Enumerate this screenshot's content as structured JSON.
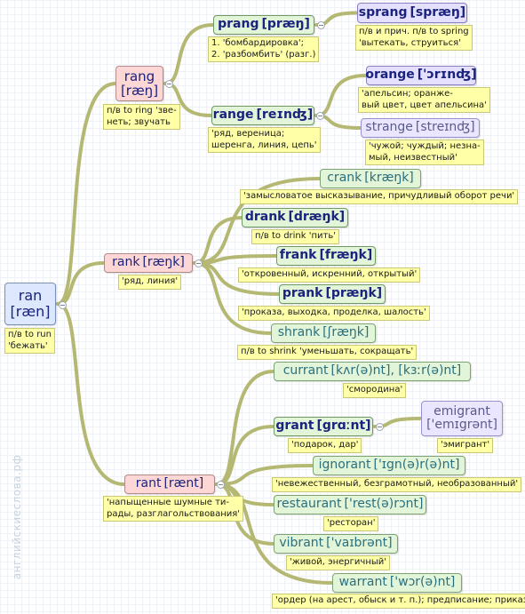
{
  "watermark": "английскиеслова.рф",
  "nodes": {
    "ran": {
      "word": "ran",
      "ipa": "[ræn]",
      "note": [
        "п/в to run",
        "'бежать'"
      ]
    },
    "rang": {
      "word": "rang",
      "ipa": "[ræŋ]",
      "note": [
        "п/в to ring 'зве-",
        "неть; звучать"
      ]
    },
    "prang": {
      "word": "prang",
      "ipa": "[præŋ]",
      "note": [
        "1. 'бомбардировка';",
        "2. 'разбомбить' (разг.)"
      ]
    },
    "sprang": {
      "word": "sprang",
      "ipa": "[spræŋ]",
      "note": [
        "п/в и прич. п/в to spring",
        "'вытекать, струиться'"
      ]
    },
    "range": {
      "word": "range",
      "ipa": "[reɪnʤ]",
      "note": [
        "'ряд, вереница;",
        "шеренга, линия, цепь'"
      ]
    },
    "orange": {
      "word": "orange",
      "ipa": "['ɔrɪnʤ]",
      "note": [
        "'апельсин; оранже-",
        "вый цвет, цвет апельсина'"
      ]
    },
    "strange": {
      "word": "strange",
      "ipa": "[streɪnʤ]",
      "note": [
        "'чужой; чуждый; незна-",
        "мый, неизвестный'"
      ]
    },
    "rank": {
      "word": "rank",
      "ipa": "[ræŋk]",
      "note": [
        "'ряд, линия'"
      ]
    },
    "crank": {
      "word": "crank",
      "ipa": "[kræŋk]",
      "note": [
        "'замысловатое высказывание, причудливый оборот речи'"
      ]
    },
    "drank": {
      "word": "drank",
      "ipa": "[dræŋk]",
      "note": [
        "п/в to drink 'пить'"
      ]
    },
    "frank": {
      "word": "frank",
      "ipa": "[fræŋk]",
      "note": [
        "'откровенный, искренний, открытый'"
      ]
    },
    "prank": {
      "word": "prank",
      "ipa": "[præŋk]",
      "note": [
        "'проказа, выходка, проделка, шалость'"
      ]
    },
    "shrank": {
      "word": "shrank",
      "ipa": "[ʃræŋk]",
      "note": [
        "п/в to shrink 'уменьшать, сокращать'"
      ]
    },
    "rant": {
      "word": "rant",
      "ipa": "[rænt]",
      "note": [
        "'напыщенные шумные ти-",
        "рады, разглагольствования'"
      ]
    },
    "currant": {
      "word": "currant",
      "ipa": "[kʌr(ə)nt], [kɜːr(ə)nt]",
      "note": [
        "'смородина'"
      ]
    },
    "grant": {
      "word": "grant",
      "ipa": "[grɑːnt]",
      "note": [
        "'подарок, дар'"
      ]
    },
    "emigrant": {
      "word": "emigrant",
      "ipa": "['emɪgrənt]",
      "note": [
        "'эмигрант'"
      ]
    },
    "ignorant": {
      "word": "ignorant",
      "ipa": "['ɪgn(ə)r(ə)nt]",
      "note": [
        "'невежественный, безграмотный, необразованный'"
      ]
    },
    "restaurant": {
      "word": "restaurant",
      "ipa": "['rest(ə)rɔnt]",
      "note": [
        "'ресторан'"
      ]
    },
    "vibrant": {
      "word": "vibrant",
      "ipa": "['vaɪbrənt]",
      "note": [
        "'живой, энергичный'"
      ]
    },
    "warrant": {
      "word": "warrant",
      "ipa": "['wɔr(ə)nt]",
      "note": [
        "'ордер (на арест, обыск и т. п.); предписание; приказ'"
      ]
    }
  },
  "colors": {
    "connector": "#b4b873",
    "root_fill": "#dde8ff",
    "level1_fill": "#fdd6d6",
    "level2_fill": "#e3f5d9",
    "level3_fill": "#e6e0ff",
    "note_fill": "#ffffa8"
  },
  "edges": [
    [
      "ran",
      "rang"
    ],
    [
      "ran",
      "rank"
    ],
    [
      "ran",
      "rant"
    ],
    [
      "rang",
      "prang"
    ],
    [
      "rang",
      "range"
    ],
    [
      "prang",
      "sprang"
    ],
    [
      "range",
      "orange"
    ],
    [
      "range",
      "strange"
    ],
    [
      "rank",
      "crank"
    ],
    [
      "rank",
      "drank"
    ],
    [
      "rank",
      "frank"
    ],
    [
      "rank",
      "prank"
    ],
    [
      "rank",
      "shrank"
    ],
    [
      "rant",
      "currant"
    ],
    [
      "rant",
      "grant"
    ],
    [
      "rant",
      "ignorant"
    ],
    [
      "rant",
      "restaurant"
    ],
    [
      "rant",
      "vibrant"
    ],
    [
      "rant",
      "warrant"
    ],
    [
      "grant",
      "emigrant"
    ]
  ]
}
